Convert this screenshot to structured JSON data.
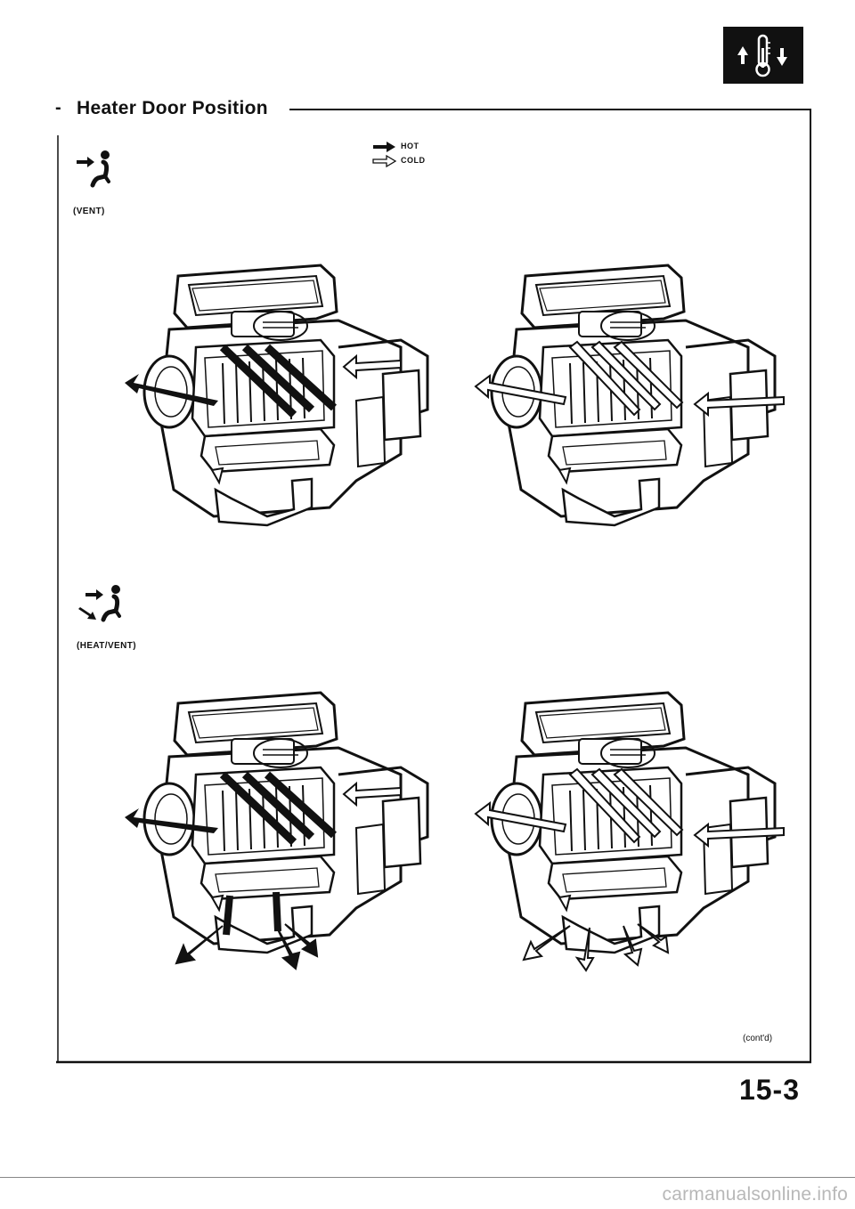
{
  "header": {
    "section_title": "Heater Door Position",
    "tab_icon": "thermometer-updown-icon"
  },
  "legend": {
    "hot_label": "HOT",
    "cold_label": "COLD",
    "hot_icon": "solid-arrow-icon",
    "cold_icon": "hollow-arrow-icon"
  },
  "modes": [
    {
      "label": "(VENT)",
      "icon": "vent-mode-icon"
    },
    {
      "label": "(HEAT/VENT)",
      "icon": "heat-vent-mode-icon"
    }
  ],
  "footer": {
    "continued": "(cont'd)",
    "page_number": "15-3",
    "watermark": "carmanualsonline.info"
  }
}
